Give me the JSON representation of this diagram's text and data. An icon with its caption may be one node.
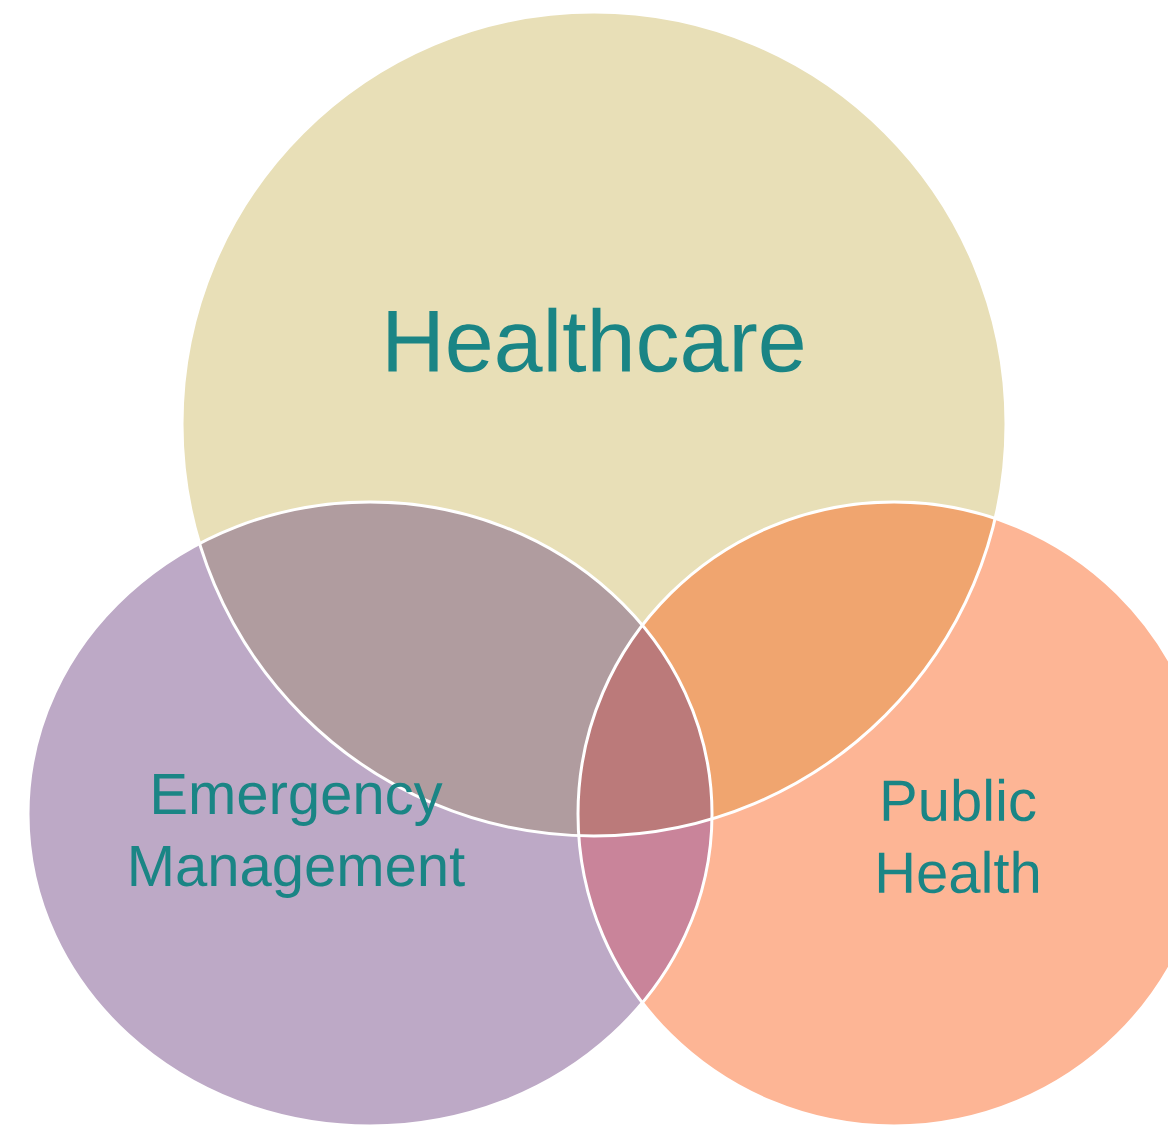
{
  "diagram": {
    "nodes": [
      {
        "text": [
          "Healthcare"
        ]
      },
      {
        "text": [
          "Emergency Management"
        ]
      },
      {
        "text": [
          "Public Health"
        ]
      }
    ]
  }
}
